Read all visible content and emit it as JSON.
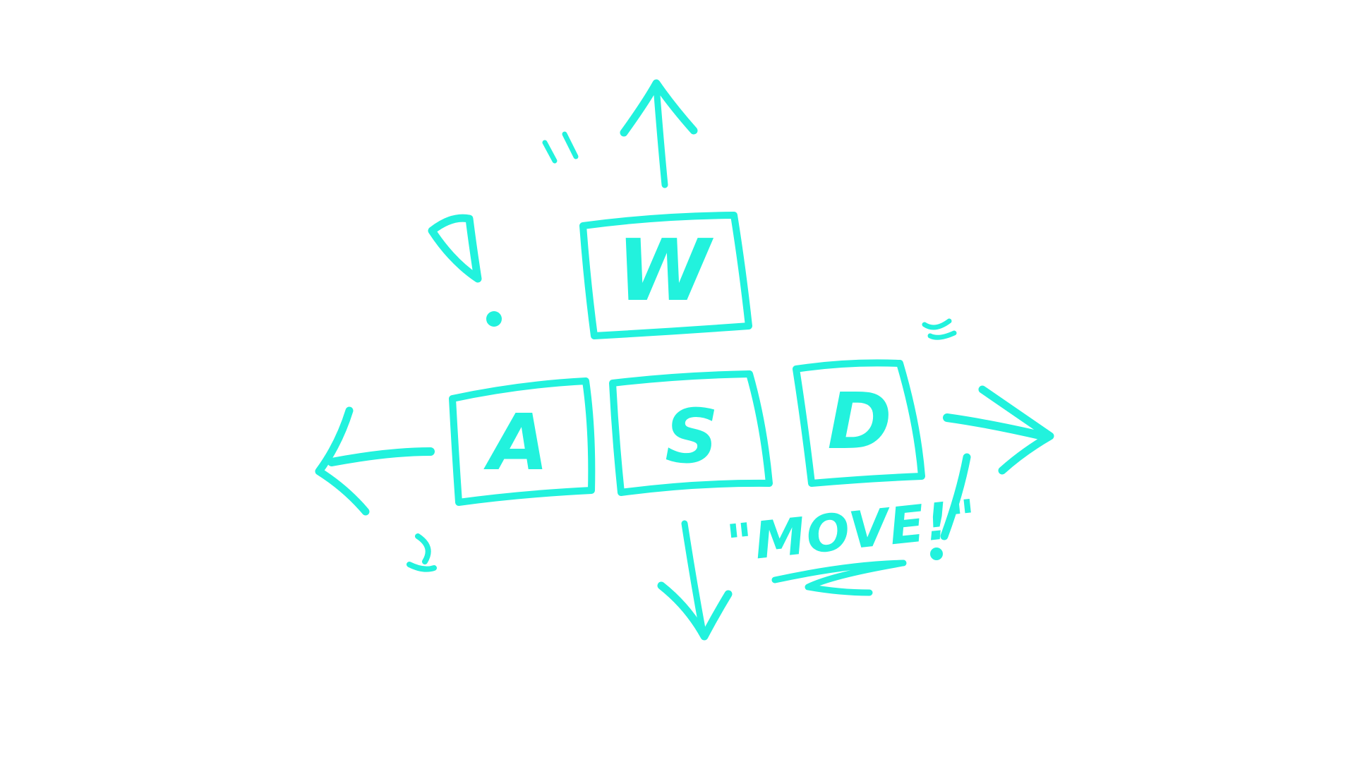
{
  "colors": {
    "ink": "#22F2DD",
    "background": "#FFFFFF"
  },
  "keys": {
    "up": "W",
    "left": "A",
    "down": "S",
    "right": "D"
  },
  "caption": "\"MOVE!\"",
  "icons": [
    "arrow-up-icon",
    "arrow-left-icon",
    "arrow-down-icon",
    "arrow-right-icon",
    "exclamation-icon",
    "quote-mark-icon"
  ]
}
